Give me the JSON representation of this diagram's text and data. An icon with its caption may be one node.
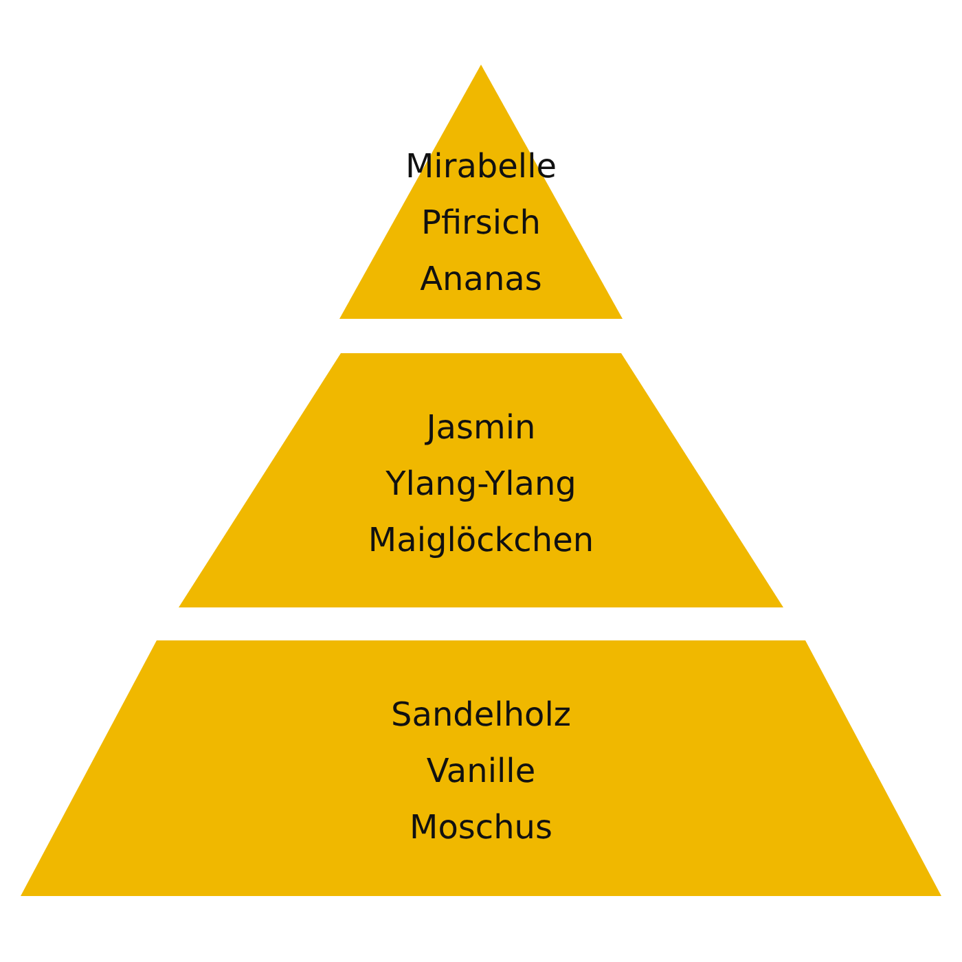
{
  "diagram": {
    "nodes": [
      {
        "text": [
          "Mirabelle",
          "Pfirsich",
          "Ananas"
        ]
      },
      {
        "text": [
          "Jasmin",
          "Ylang-Ylang",
          "Maiglöckchen"
        ]
      },
      {
        "text": [
          "Sandelholz",
          "Vanille",
          "Moschus"
        ]
      }
    ]
  }
}
